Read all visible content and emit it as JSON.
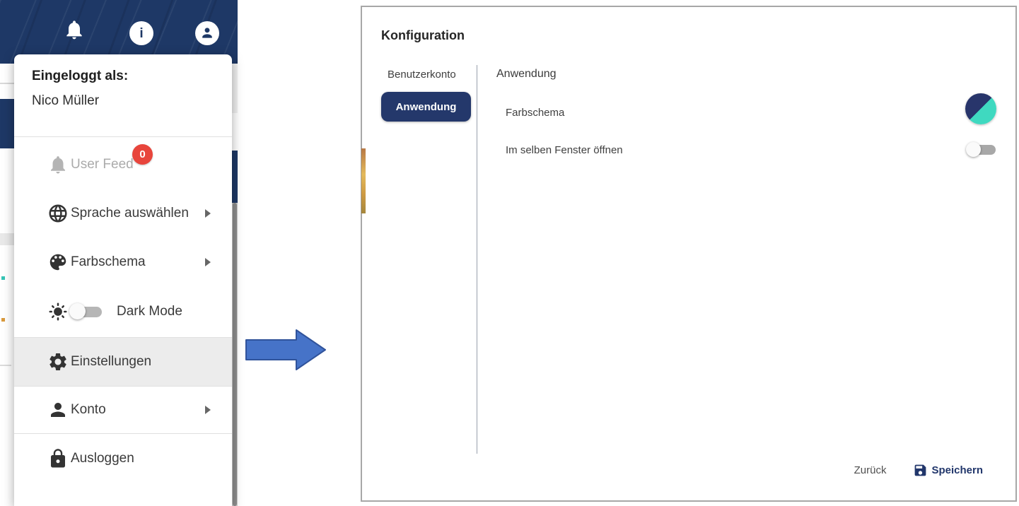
{
  "colors": {
    "navy": "#1e3866",
    "pill_navy": "#24386b",
    "teal": "#3fd9c0",
    "badge_red": "#e8453c",
    "arrow_blue": "#4673c8",
    "arrow_border": "#30539b"
  },
  "topbar": {
    "icons": [
      "notifications-bell",
      "info",
      "account"
    ]
  },
  "user_menu": {
    "logged_in_label": "Eingeloggt als:",
    "user_name": "Nico Müller",
    "items": [
      {
        "id": "user-feed",
        "label": "User Feed",
        "icon": "bell",
        "badge": "0",
        "disabled": true
      },
      {
        "id": "language",
        "label": "Sprache auswählen",
        "icon": "globe",
        "submenu": true
      },
      {
        "id": "colorscheme",
        "label": "Farbschema",
        "icon": "palette",
        "submenu": true
      },
      {
        "id": "dark-mode",
        "label": "Dark Mode",
        "icon": "sun",
        "toggle_on": false
      },
      {
        "id": "settings",
        "label": "Einstellungen",
        "icon": "gear",
        "highlighted": true
      },
      {
        "id": "account",
        "label": "Konto",
        "icon": "person",
        "submenu": true
      },
      {
        "id": "logout",
        "label": "Ausloggen",
        "icon": "lock"
      }
    ]
  },
  "dialog": {
    "title": "Konfiguration",
    "tabs": [
      {
        "label": "Benutzerkonto",
        "active": false
      },
      {
        "label": "Anwendung",
        "active": true
      }
    ],
    "content": {
      "heading": "Anwendung",
      "rows": [
        {
          "label": "Farbschema",
          "control": "color-scheme-circle"
        },
        {
          "label": "Im selben Fenster öffnen",
          "control": "toggle",
          "toggle_on": false
        }
      ]
    },
    "footer": {
      "back_label": "Zurück",
      "save_label": "Speichern"
    }
  }
}
